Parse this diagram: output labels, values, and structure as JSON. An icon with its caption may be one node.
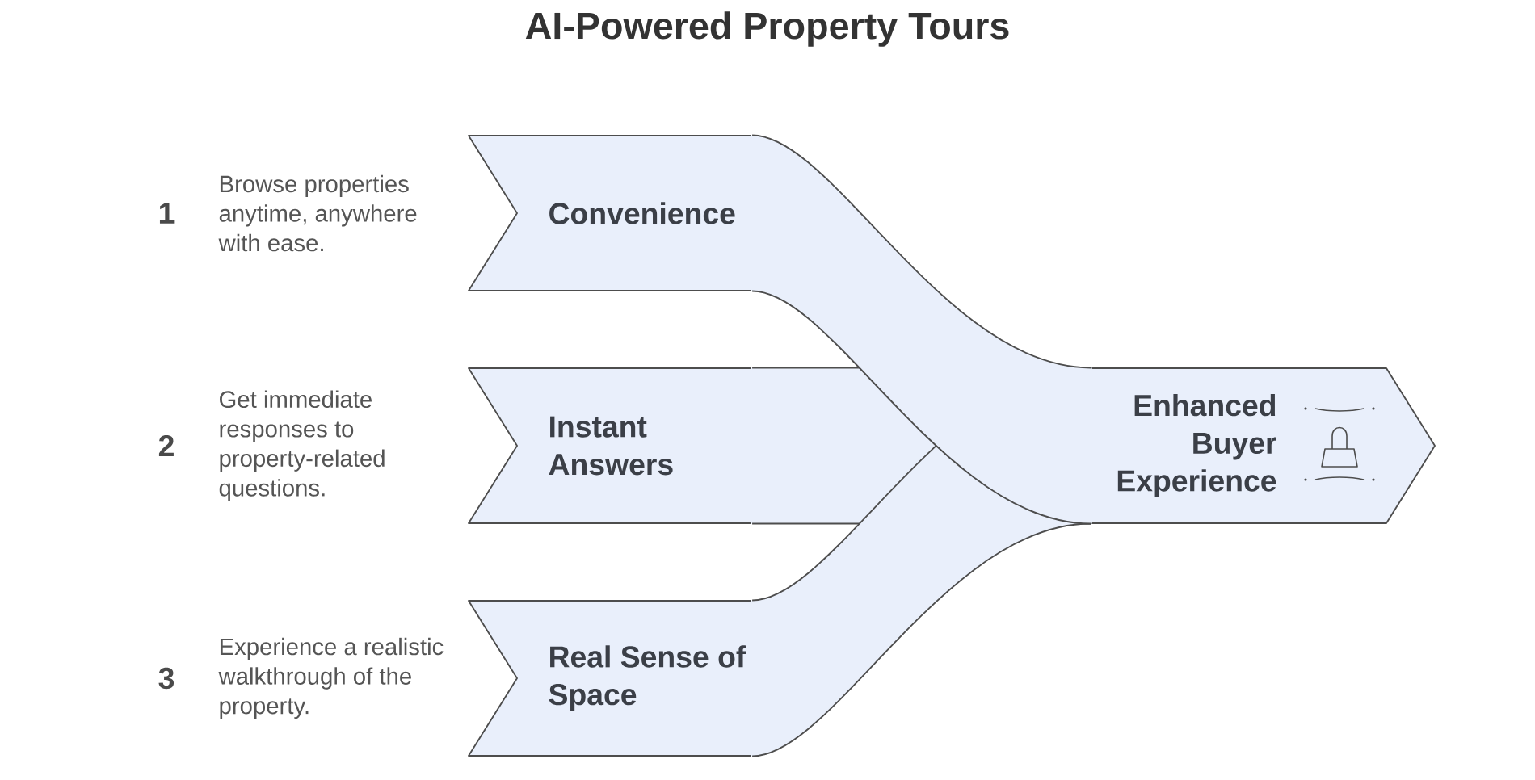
{
  "diagram": {
    "title": "AI-Powered Property Tours",
    "nodes": [
      {
        "text": [
          "Convenience"
        ],
        "beside": [
          "1",
          "Browse properties anytime, anywhere with ease."
        ]
      },
      {
        "text": [
          "Instant Answers"
        ],
        "beside": [
          "2",
          "Get immediate responses to property-related questions."
        ]
      },
      {
        "text": [
          "Real Sense of Space"
        ],
        "beside": [
          "3",
          "Experience a realistic walkthrough of the property."
        ]
      },
      {
        "text": [
          "Enhanced Buyer Experience"
        ]
      }
    ],
    "edges": [
      {
        "from": 0,
        "to": 3,
        "arrow": "none"
      },
      {
        "from": 1,
        "to": 3,
        "arrow": "none"
      },
      {
        "from": 2,
        "to": 3,
        "arrow": "none"
      }
    ]
  }
}
